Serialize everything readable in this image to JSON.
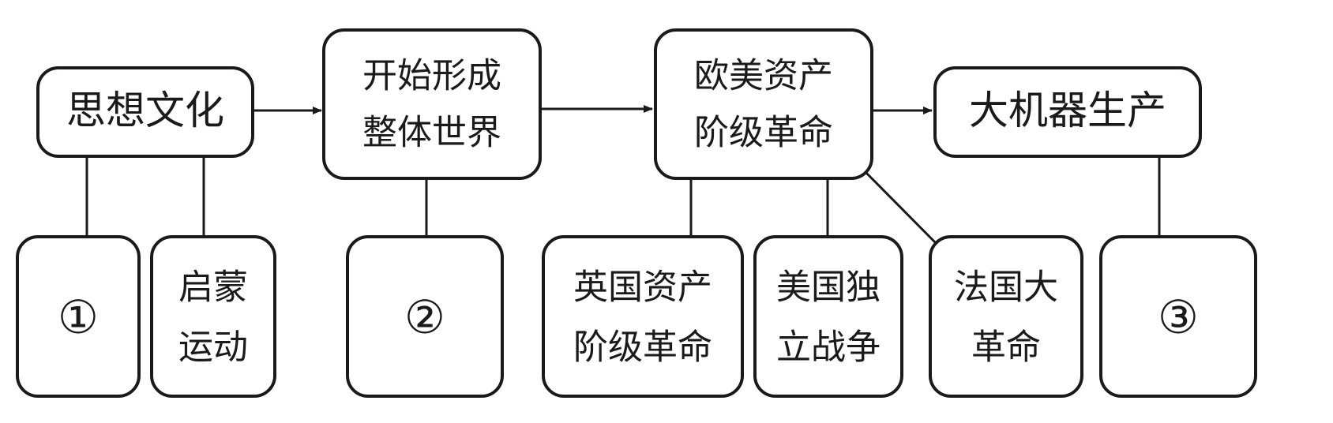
{
  "top_row": {
    "thought_culture": "思想文化",
    "world_line1": "开始形成",
    "world_line2": "整体世界",
    "revolution_line1": "欧美资产",
    "revolution_line2": "阶级革命",
    "machine_production": "大机器生产"
  },
  "bottom_row": {
    "blank_1": "①",
    "enlightenment_line1": "启蒙",
    "enlightenment_line2": "运动",
    "blank_2": "②",
    "english_line1": "英国资产",
    "english_line2": "阶级革命",
    "american_line1": "美国独",
    "american_line2": "立战争",
    "french_line1": "法国大",
    "french_line2": "革命",
    "blank_3": "③"
  }
}
